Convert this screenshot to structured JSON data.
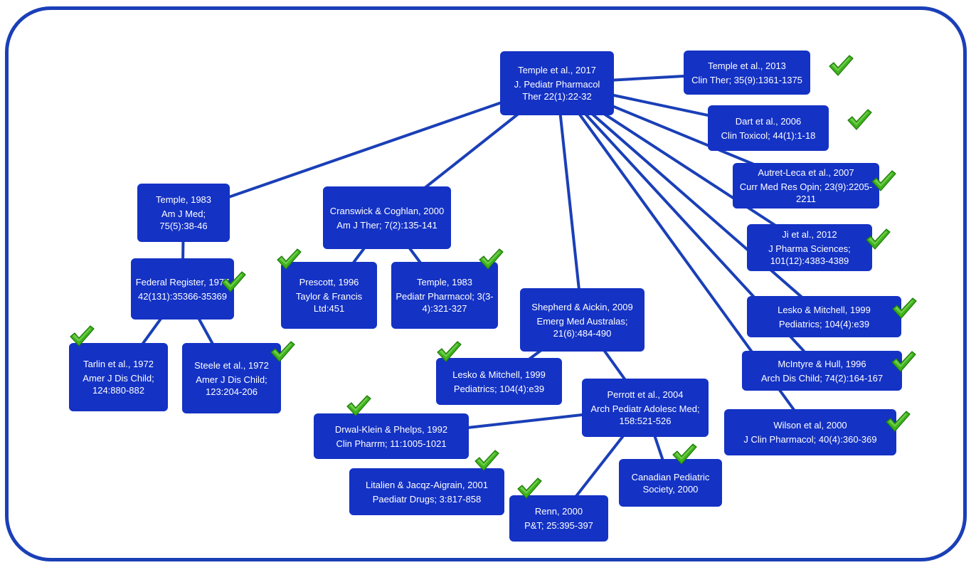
{
  "nodes": [
    {
      "id": "root",
      "title": "Temple et al., 2017",
      "cite": "J. Pediatr Pharmacol Ther 22(1):22-32",
      "checked": false
    },
    {
      "id": "temple2013",
      "title": "Temple et al., 2013",
      "cite": "Clin Ther; 35(9):1361-1375",
      "checked": true
    },
    {
      "id": "dart2006",
      "title": "Dart et al., 2006",
      "cite": "Clin Toxicol; 44(1):1-18",
      "checked": true
    },
    {
      "id": "autret2007",
      "title": "Autret-Leca et al., 2007",
      "cite": "Curr Med Res Opin; 23(9):2205-2211",
      "checked": true
    },
    {
      "id": "ji2012",
      "title": "Ji et al., 2012",
      "cite": "J Pharma Sciences; 101(12):4383-4389",
      "checked": true
    },
    {
      "id": "lesko1999a",
      "title": "Lesko & Mitchell, 1999",
      "cite": "Pediatrics; 104(4):e39",
      "checked": true
    },
    {
      "id": "mcintyre1996",
      "title": "McIntyre & Hull, 1996",
      "cite": "Arch Dis Child; 74(2):164-167",
      "checked": true
    },
    {
      "id": "wilson2000",
      "title": "Wilson et al, 2000",
      "cite": "J Clin Pharmacol; 40(4):360-369",
      "checked": true
    },
    {
      "id": "temple1983a",
      "title": "Temple, 1983",
      "cite": "Am J Med; 75(5):38-46",
      "checked": false
    },
    {
      "id": "fedreg1977",
      "title": "Federal Register, 1977",
      "cite": "42(131):35366-35369",
      "checked": true
    },
    {
      "id": "tarlin1972",
      "title": "Tarlin et al., 1972",
      "cite": "Amer J Dis Child; 124:880-882",
      "checked": true
    },
    {
      "id": "steele1972",
      "title": "Steele et al., 1972",
      "cite": "Amer J Dis Child; 123:204-206",
      "checked": true
    },
    {
      "id": "cranswick2000",
      "title": "Cranswick & Coghlan, 2000",
      "cite": "Am J Ther; 7(2):135-141",
      "checked": false
    },
    {
      "id": "prescott1996",
      "title": "Prescott, 1996",
      "cite": "Taylor & Francis Ltd:451",
      "checked": true
    },
    {
      "id": "temple1983b",
      "title": "Temple, 1983",
      "cite": "Pediatr Pharmacol; 3(3-4):321-327",
      "checked": true
    },
    {
      "id": "shepherd2009",
      "title": "Shepherd & Aickin, 2009",
      "cite": "Emerg Med Australas; 21(6):484-490",
      "checked": false
    },
    {
      "id": "lesko1999b",
      "title": "Lesko & Mitchell, 1999",
      "cite": "Pediatrics; 104(4):e39",
      "checked": true
    },
    {
      "id": "perrott2004",
      "title": "Perrott et al., 2004",
      "cite": "Arch Pediatr Adolesc Med; 158:521-526",
      "checked": false
    },
    {
      "id": "drwal1992",
      "title": "Drwal-Klein & Phelps, 1992",
      "cite": "Clin Pharrm; 11:1005-1021",
      "checked": true
    },
    {
      "id": "litalien2001",
      "title": "Litalien & Jacqz-Aigrain, 2001",
      "cite": "Paediatr Drugs; 3:817-858",
      "checked": true
    },
    {
      "id": "renn2000",
      "title": "Renn, 2000",
      "cite": "P&T; 25:395-397",
      "checked": true
    },
    {
      "id": "cps2000",
      "title": "Canadian Pediatric Society, 2000",
      "cite": "",
      "checked": true
    }
  ],
  "edges": [
    [
      "root",
      "temple2013"
    ],
    [
      "root",
      "dart2006"
    ],
    [
      "root",
      "autret2007"
    ],
    [
      "root",
      "ji2012"
    ],
    [
      "root",
      "lesko1999a"
    ],
    [
      "root",
      "mcintyre1996"
    ],
    [
      "root",
      "wilson2000"
    ],
    [
      "root",
      "temple1983a"
    ],
    [
      "root",
      "cranswick2000"
    ],
    [
      "root",
      "shepherd2009"
    ],
    [
      "temple1983a",
      "fedreg1977"
    ],
    [
      "fedreg1977",
      "tarlin1972"
    ],
    [
      "fedreg1977",
      "steele1972"
    ],
    [
      "cranswick2000",
      "prescott1996"
    ],
    [
      "cranswick2000",
      "temple1983b"
    ],
    [
      "shepherd2009",
      "lesko1999b"
    ],
    [
      "shepherd2009",
      "perrott2004"
    ],
    [
      "perrott2004",
      "drwal1992"
    ],
    [
      "perrott2004",
      "renn2000"
    ],
    [
      "perrott2004",
      "cps2000"
    ]
  ],
  "colors": {
    "node": "#1432c4",
    "edge": "#1a3fb7",
    "frame": "#1a3fb7",
    "check": "#3fb21c"
  }
}
